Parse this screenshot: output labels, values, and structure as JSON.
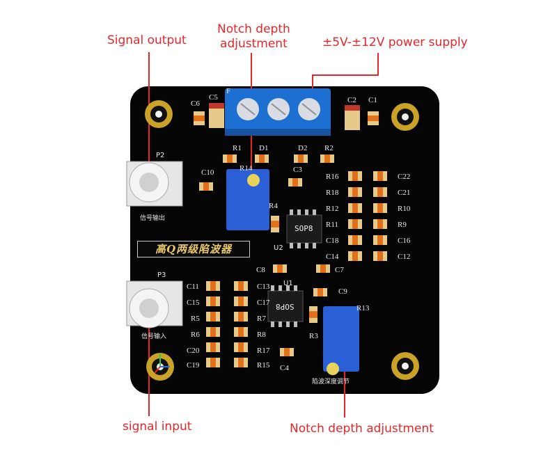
{
  "callouts": {
    "signal_output": "Signal output",
    "notch_depth_top": "Notch depth\nadjustment",
    "power_supply": "±5V-±12V power supply",
    "signal_input": "signal input",
    "notch_depth_bottom": "Notch depth adjustment"
  },
  "board": {
    "title": "高Q两级陷波器",
    "connector_p2": "P2",
    "connector_p3": "P3",
    "p2_caption": "信号输出",
    "p3_caption": "信号输入",
    "pot_caption": "陷波深度调节",
    "chip_u1": "SOP8",
    "chip_u2": "SOP8",
    "ref_u1": "U1",
    "ref_u2": "U2",
    "top_labels": [
      "C6",
      "C5",
      "C2",
      "C1",
      "R1",
      "D1",
      "D2",
      "R2",
      "R14",
      "C3",
      "R4",
      "C10",
      "F"
    ],
    "right_labels": [
      "R16",
      "C22",
      "R18",
      "C21",
      "R12",
      "R10",
      "R11",
      "R9",
      "C18",
      "C16",
      "C14",
      "C12"
    ],
    "left_labels": [
      "C11",
      "C13",
      "C15",
      "C17",
      "R5",
      "R7",
      "R6",
      "R8",
      "C20",
      "R17",
      "C19",
      "R15"
    ],
    "mid_labels": [
      "C8",
      "C7",
      "C9",
      "R13",
      "R3",
      "C4"
    ]
  },
  "colors": {
    "callout": "#e8262a",
    "board": "#050505",
    "pad_gold": "#c9a227",
    "terminal_blue": "#1d6fd1",
    "pot_blue": "#2a5fd6",
    "smd_orange": "#e0701a"
  }
}
